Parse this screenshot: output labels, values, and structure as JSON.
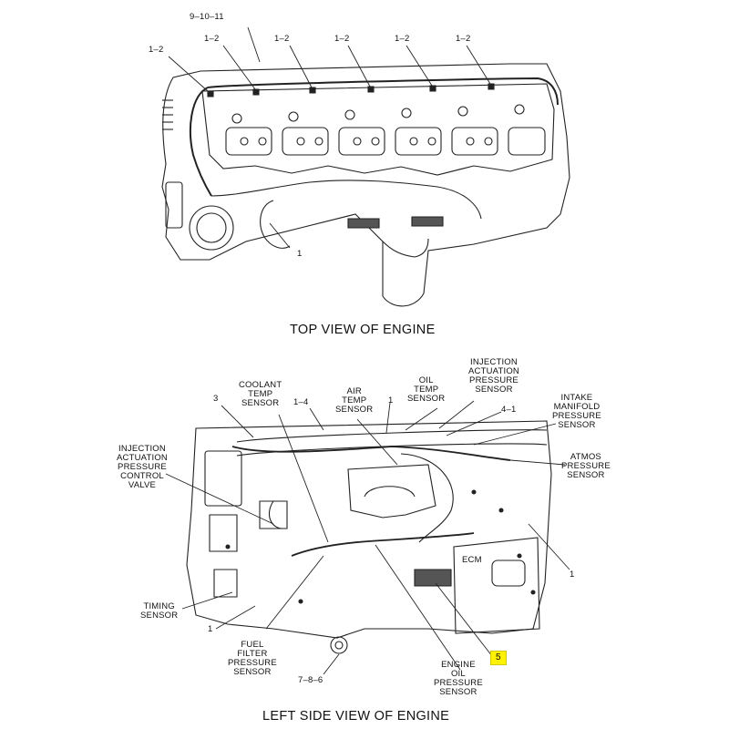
{
  "top_view": {
    "title": "TOP VIEW OF ENGINE",
    "callouts": {
      "c9_10_11": "9–10–11",
      "c12_a": "1–2",
      "c12_b": "1–2",
      "c12_c": "1–2",
      "c12_d": "1–2",
      "c12_e": "1–2",
      "c12_f": "1–2",
      "c1": "1"
    }
  },
  "side_view": {
    "title": "LEFT SIDE VIEW OF ENGINE",
    "labels": {
      "coolant_temp_sensor": "COOLANT\nTEMP\nSENSOR",
      "air_temp_sensor": "AIR\nTEMP\nSENSOR",
      "oil_temp_sensor": "OIL\nTEMP\nSENSOR",
      "injection_actuation_pressure_sensor": "INJECTION\nACTUATION\nPRESSURE\nSENSOR",
      "intake_manifold_pressure_sensor": "INTAKE\nMANIFOLD\nPRESSURE\nSENSOR",
      "atmos_pressure_sensor": "ATMOS\nPRESSURE\nSENSOR",
      "injection_actuation_pressure_control_valve": "INJECTION\nACTUATION\nPRESSURE\nCONTROL\nVALVE",
      "timing_sensor": "TIMING\nSENSOR",
      "fuel_filter_pressure_sensor": "FUEL\nFILTER\nPRESSURE\nSENSOR",
      "engine_oil_pressure_sensor": "ENGINE\nOIL\nPRESSURE\nSENSOR",
      "ecm": "ECM"
    },
    "callouts": {
      "c3": "3",
      "c1_4": "1–4",
      "c1_top": "1",
      "c4_1": "4–1",
      "c1_right": "1",
      "c1_left": "1",
      "c7_8_6": "7–8–6",
      "c5": "5"
    },
    "highlight_color": "#fff200"
  }
}
